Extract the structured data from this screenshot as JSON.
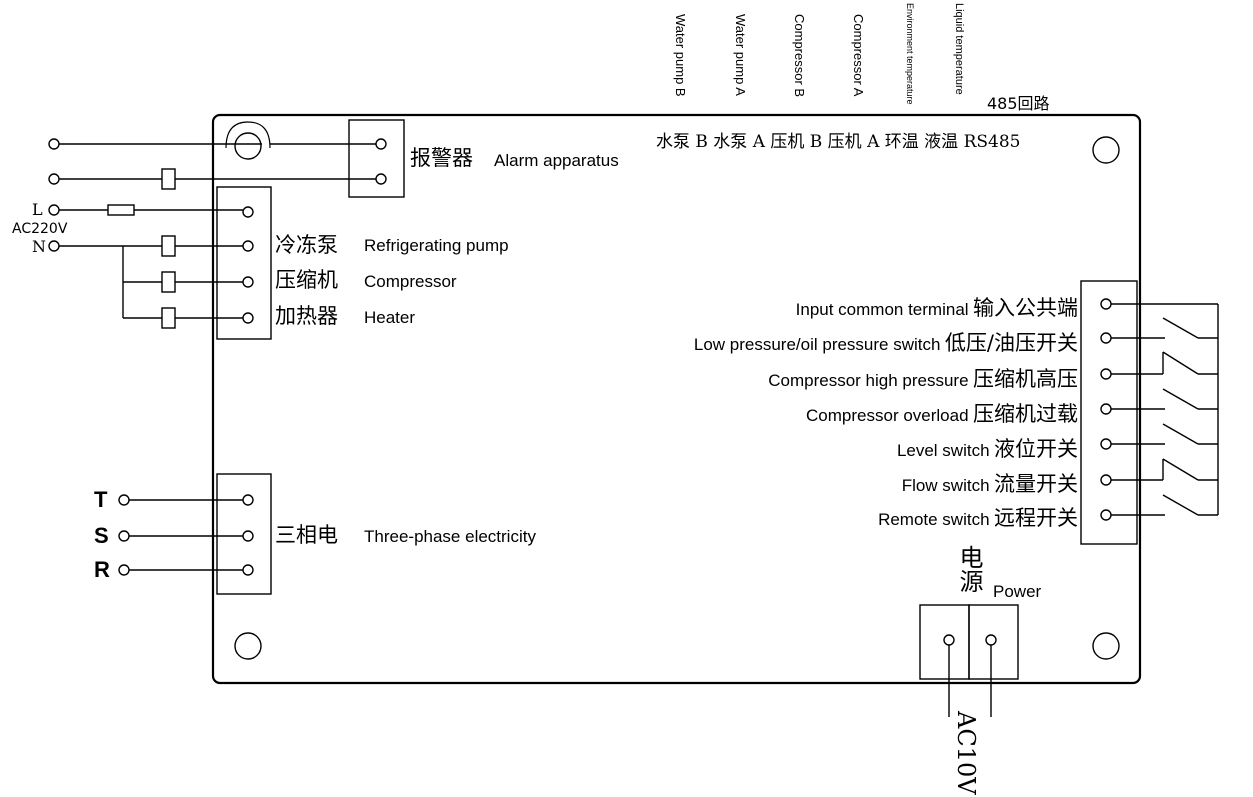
{
  "top_labels": {
    "water_pump_b": "Water pump B",
    "water_pump_a": "Water pump A",
    "compressor_b": "Compressor B",
    "compressor_a": "Compressor A",
    "environment_temperature": "Environment temperature",
    "liquid_temperature": "Liquid temperature",
    "rs485_loop": "485回路"
  },
  "board_header": {
    "terminals": "水泵 B 水泵 A 压机 B 压机 A 环温  液温  RS485"
  },
  "alarm": {
    "zh": "报警器",
    "en": "Alarm apparatus"
  },
  "mains": {
    "l": "L",
    "n": "N",
    "voltage": "AC220V"
  },
  "outputs": [
    {
      "zh": "冷冻泵",
      "en": "Refrigerating pump"
    },
    {
      "zh": "压缩机",
      "en": "Compressor"
    },
    {
      "zh": "加热器",
      "en": "Heater"
    }
  ],
  "three_phase": {
    "t": "T",
    "s": "S",
    "r": "R",
    "zh": "三相电",
    "en": "Three-phase electricity"
  },
  "inputs": [
    {
      "en": "Input common terminal",
      "zh": "输入公共端"
    },
    {
      "en": "Low pressure/oil pressure switch",
      "zh": "低压/油压开关"
    },
    {
      "en": "Compressor high pressure",
      "zh": "压缩机高压"
    },
    {
      "en": "Compressor overload",
      "zh": "压缩机过载"
    },
    {
      "en": "Level switch",
      "zh": "液位开关"
    },
    {
      "en": "Flow switch",
      "zh": "流量开关"
    },
    {
      "en": "Remote switch",
      "zh": "远程开关"
    }
  ],
  "power": {
    "zh": "电源",
    "en": "Power",
    "voltage": "AC10V"
  }
}
